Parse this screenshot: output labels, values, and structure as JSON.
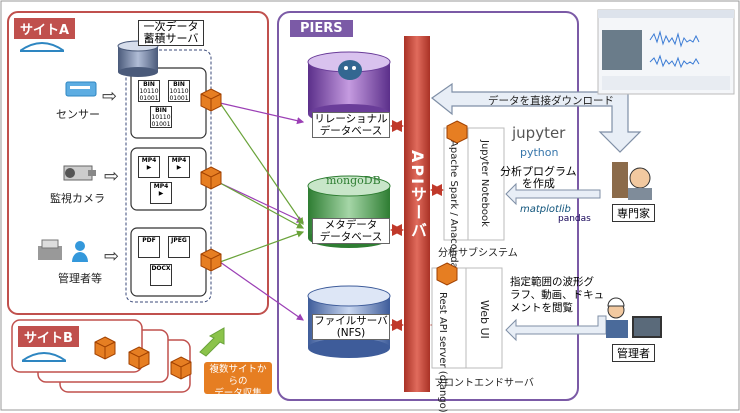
{
  "site_a": {
    "tag": "サイトA",
    "storage_server_label": "一次データ\n蓄積サーバ",
    "sources": [
      {
        "label": "センサー",
        "icon": "sensor-icon"
      },
      {
        "label": "監視カメラ",
        "icon": "camera-icon"
      },
      {
        "label": "管理者等",
        "icon": "admin-printer-icon"
      }
    ],
    "file_tags": {
      "bin": "BIN",
      "bin_bits": "10110\n01001",
      "mp4": "MP4",
      "pdf": "PDF",
      "jpeg": "JPEG",
      "docx": "DOCX"
    }
  },
  "site_b": {
    "tag": "サイトB",
    "collect_label": "複数サイトからの\nデータ収集"
  },
  "piers": {
    "title": "PIERS",
    "api_server": "APIサーバ",
    "databases": [
      {
        "label": "リレーショナル\nデータベース",
        "logo": "postgresql-icon"
      },
      {
        "label": "メタデータ\nデータベース",
        "logo_text": "mongoDB"
      },
      {
        "label": "ファイルサーバ\n(NFS)",
        "logo": ""
      }
    ],
    "analysis": {
      "spark": "Apache Spark / Anaconda",
      "jupyter_nb": "Jupyter Notebook",
      "subsystem_label": "分析サブシステム"
    },
    "frontend": {
      "rest": "Rest API server (django)",
      "webui": "Web UI",
      "label": "フロントエンドサーバ"
    }
  },
  "right": {
    "download_label": "データを直接ダウンロード",
    "jupyter": "jupyter",
    "python": "python",
    "create_program": "分析プログラム\nを作成",
    "matplotlib": "matplotlib",
    "pandas": "pandas",
    "expert": "専門家",
    "view_text": "指定範囲の波形グ\nラフ、動画、ドキュ\nメントを閲覧",
    "admin": "管理者"
  },
  "colors": {
    "site_border": "#c0504d",
    "tag_bg": "#c0504d",
    "piers_border": "#7b5aa6",
    "piers_tag_bg": "#7b5aa6",
    "api_bar": "#c0392b",
    "db_purple": "#9b59b6",
    "db_green": "#4caf50",
    "db_blue": "#7f9fd4",
    "arrow_green": "#8bc34a",
    "arrow_purple": "#9b3fb5",
    "arrow_red": "#c0392b"
  }
}
